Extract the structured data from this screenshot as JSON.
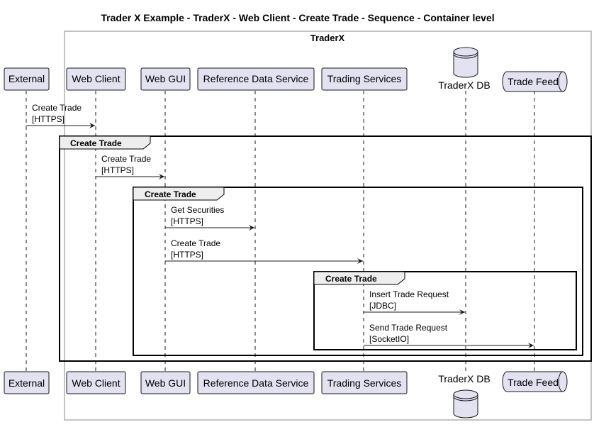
{
  "title": "Trader X Example - TraderX - Web Client - Create Trade - Sequence - Container level",
  "boundary": {
    "label": "TraderX"
  },
  "participants": [
    {
      "id": "external",
      "label": "External",
      "shape": "box"
    },
    {
      "id": "webclient",
      "label": "Web Client",
      "shape": "box"
    },
    {
      "id": "webgui",
      "label": "Web GUI",
      "shape": "box"
    },
    {
      "id": "refdata",
      "label": "Reference Data Service",
      "shape": "box"
    },
    {
      "id": "trading",
      "label": "Trading Services",
      "shape": "box"
    },
    {
      "id": "db",
      "label": "TraderX DB",
      "shape": "database"
    },
    {
      "id": "feed",
      "label": "Trade Feed",
      "shape": "queue"
    }
  ],
  "messages": [
    {
      "from": "external",
      "to": "webclient",
      "label": "Create Trade",
      "protocol": "[HTTPS]"
    },
    {
      "from": "webclient",
      "to": "webgui",
      "label": "Create Trade",
      "protocol": "[HTTPS]"
    },
    {
      "from": "webgui",
      "to": "refdata",
      "label": "Get Securities",
      "protocol": "[HTTPS]"
    },
    {
      "from": "webgui",
      "to": "trading",
      "label": "Create Trade",
      "protocol": "[HTTPS]"
    },
    {
      "from": "trading",
      "to": "db",
      "label": "Insert Trade Request",
      "protocol": "[JDBC]"
    },
    {
      "from": "trading",
      "to": "feed",
      "label": "Send Trade Request",
      "protocol": "[SocketIO]"
    }
  ],
  "groups": [
    {
      "label": "Create Trade"
    },
    {
      "label": "Create Trade"
    },
    {
      "label": "Create Trade"
    }
  ],
  "colors": {
    "participant_fill": "#e2e2f0",
    "participant_stroke": "#181818",
    "lifeline": "#181818",
    "boundary_stroke": "#888888",
    "group_header_fill": "#eeeeee",
    "text": "#000000"
  }
}
